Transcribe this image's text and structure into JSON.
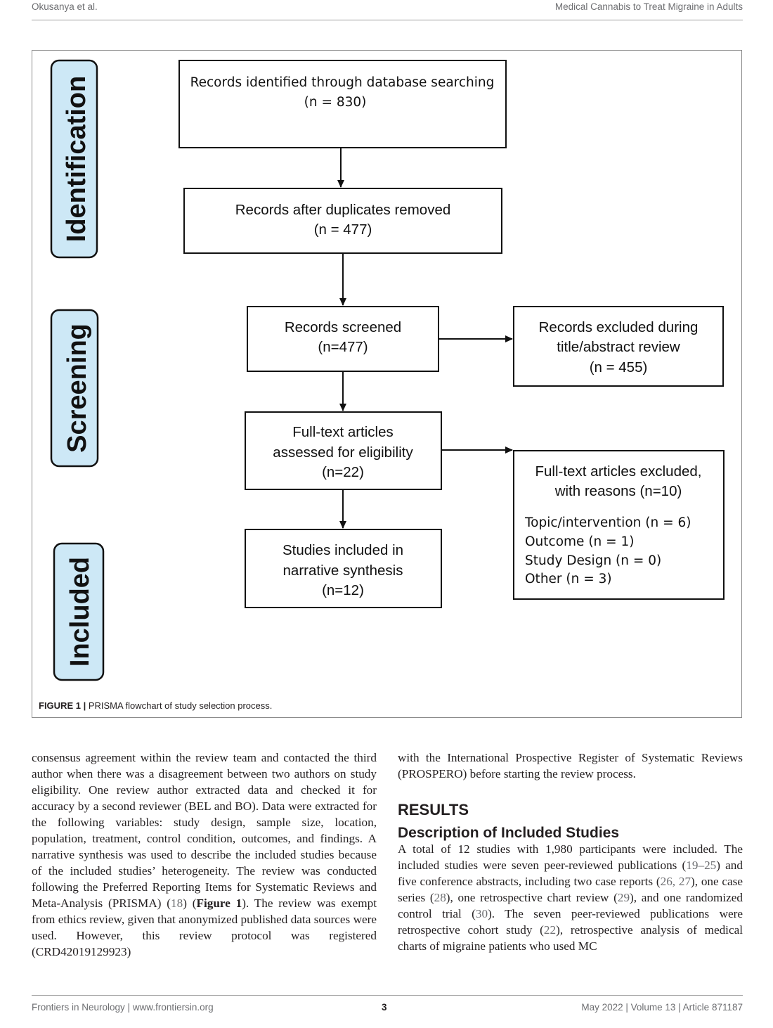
{
  "header": {
    "left": "Okusanya et al.",
    "right": "Medical Cannabis to Treat Migraine in Adults"
  },
  "figure": {
    "stages": {
      "identification": "Identification",
      "screening": "Screening",
      "included": "Included"
    },
    "boxes": {
      "identified": [
        "Records identified through database searching",
        "(n = 830)"
      ],
      "duplicates": [
        "Records after duplicates removed",
        "(n = 477)"
      ],
      "screened": [
        "Records screened",
        "(n=477)"
      ],
      "excluded_screen": [
        "Records excluded during",
        "title/abstract review",
        "(n = 455)"
      ],
      "fulltext": [
        "Full-text articles",
        "assessed for eligibility",
        "(n=22)"
      ],
      "excluded_fulltext_title": [
        "Full-text articles excluded,",
        "with reasons (n=10)"
      ],
      "excluded_fulltext_reasons": [
        "Topic/intervention (n = 6)",
        "Outcome (n = 1)",
        "Study Design (n = 0)",
        "Other (n = 3)"
      ],
      "included": [
        "Studies included in",
        "narrative synthesis",
        "(n=12)"
      ]
    },
    "caption_label": "FIGURE 1 |",
    "caption_text": " PRISMA flowchart of study selection process."
  },
  "body": {
    "left_para": [
      "consensus agreement within the review team and contacted the third author when there was a disagreement between two authors on study eligibility. One review author extracted data and checked it for accuracy by a second reviewer (BEL and BO). Data were extracted for the following variables: study design, sample size, location, population, treatment, control condition, outcomes, and findings. A narrative synthesis was used to describe the included studies because of the included studies’ heterogeneity. The review was conducted following the Preferred Reporting Items for Systematic Reviews and Meta-Analysis (PRISMA) (",
      "18",
      ") (",
      "Figure 1",
      "). The review was exempt from ethics review, given that anonymized published data sources were used. However, this review protocol was registered (CRD42019129923)"
    ],
    "right_para1": "with the International Prospective Register of Systematic Reviews (PROSPERO) before starting the review process.",
    "results_heading": "RESULTS",
    "sub_heading": "Description of Included Studies",
    "right_para2": [
      "A total of 12 studies with 1,980 participants were included. The included studies were seven peer-reviewed publications (",
      "19–25",
      ") and five conference abstracts, including two case reports (",
      "26, 27",
      "), one case series (",
      "28",
      "), one retrospective chart review (",
      "29",
      "), and one randomized control trial (",
      "30",
      "). The seven peer-reviewed publications were retrospective cohort study (",
      "22",
      "), retrospective analysis of medical charts of migraine patients who used MC"
    ]
  },
  "footer": {
    "left": "Frontiers in Neurology | www.frontiersin.org",
    "center": "3",
    "right": "May 2022 | Volume 13 | Article 871187"
  },
  "colors": {
    "stage_fill": "#cde8f6",
    "text": "#231f20",
    "muted": "#6d6e71"
  }
}
